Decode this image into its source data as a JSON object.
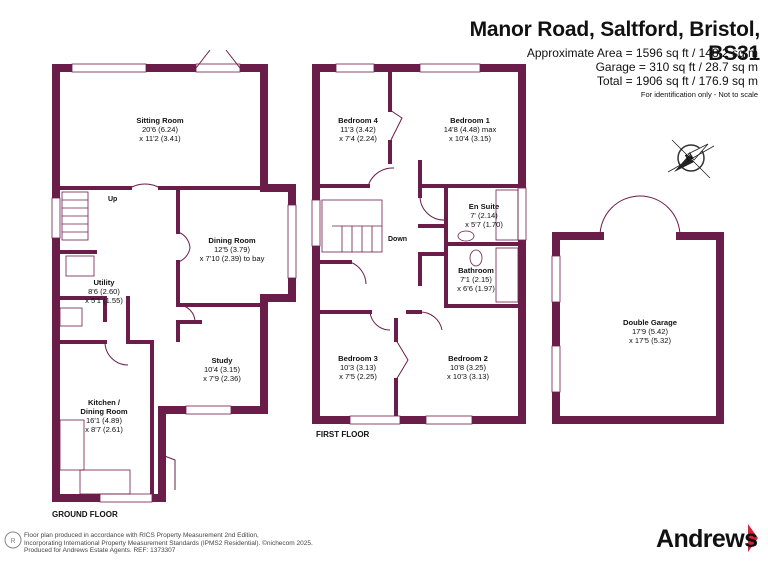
{
  "header": {
    "title": "Manor Road, Saltford, Bristol, BS31",
    "areas": [
      "Approximate Area = 1596 sq ft / 148.2 sq m",
      "Garage = 310 sq ft / 28.7 sq m",
      "Total = 1906 sq ft / 176.9 sq m"
    ],
    "note": "For identification only - Not to scale"
  },
  "compass": {
    "label": "N"
  },
  "floors": {
    "ground": "GROUND FLOOR",
    "first": "FIRST FLOOR"
  },
  "rooms": {
    "sitting": {
      "name": "Sitting Room",
      "d1": "20'6 (6.24)",
      "d2": "x 11'2 (3.41)"
    },
    "dining": {
      "name": "Dining Room",
      "d1": "12'5 (3.79)",
      "d2": "x 7'10 (2.39) to bay"
    },
    "utility": {
      "name": "Utility",
      "d1": "8'6 (2.60)",
      "d2": "x 5'1 (1.55)"
    },
    "study": {
      "name": "Study",
      "d1": "10'4 (3.15)",
      "d2": "x 7'9 (2.36)"
    },
    "kitchen": {
      "name": "Kitchen /",
      "name2": "Dining Room",
      "d1": "16'1 (4.89)",
      "d2": "x 8'7 (2.61)"
    },
    "bedroom4": {
      "name": "Bedroom 4",
      "d1": "11'3 (3.42)",
      "d2": "x 7'4 (2.24)"
    },
    "bedroom1": {
      "name": "Bedroom 1",
      "d1": "14'8 (4.48) max",
      "d2": "x 10'4 (3.15)"
    },
    "ensuite": {
      "name": "En Suite",
      "d1": "7' (2.14)",
      "d2": "x 5'7 (1.70)"
    },
    "bathroom": {
      "name": "Bathroom",
      "d1": "7'1 (2.15)",
      "d2": "x 6'6 (1.97)"
    },
    "bedroom3": {
      "name": "Bedroom 3",
      "d1": "10'3 (3.13)",
      "d2": "x 7'5 (2.25)"
    },
    "bedroom2": {
      "name": "Bedroom 2",
      "d1": "10'8 (3.25)",
      "d2": "x 10'3 (3.13)"
    },
    "garage": {
      "name": "Double Garage",
      "d1": "17'9 (5.42)",
      "d2": "x 17'5 (5.32)"
    }
  },
  "stairs": {
    "up": "Up",
    "down": "Down"
  },
  "footer": {
    "lines": [
      "Floor plan produced in accordance with RICS Property Measurement 2nd Edition,",
      "Incorporating International Property Measurement Standards (IPMS2 Residential).  ©nichecom 2025.",
      "Produced for Andrews Estate Agents.  REF: 1373307"
    ]
  },
  "brand": {
    "name": "Andrews"
  },
  "colors": {
    "wall": "#6b1d4a",
    "brand_red": "#d0263a"
  }
}
